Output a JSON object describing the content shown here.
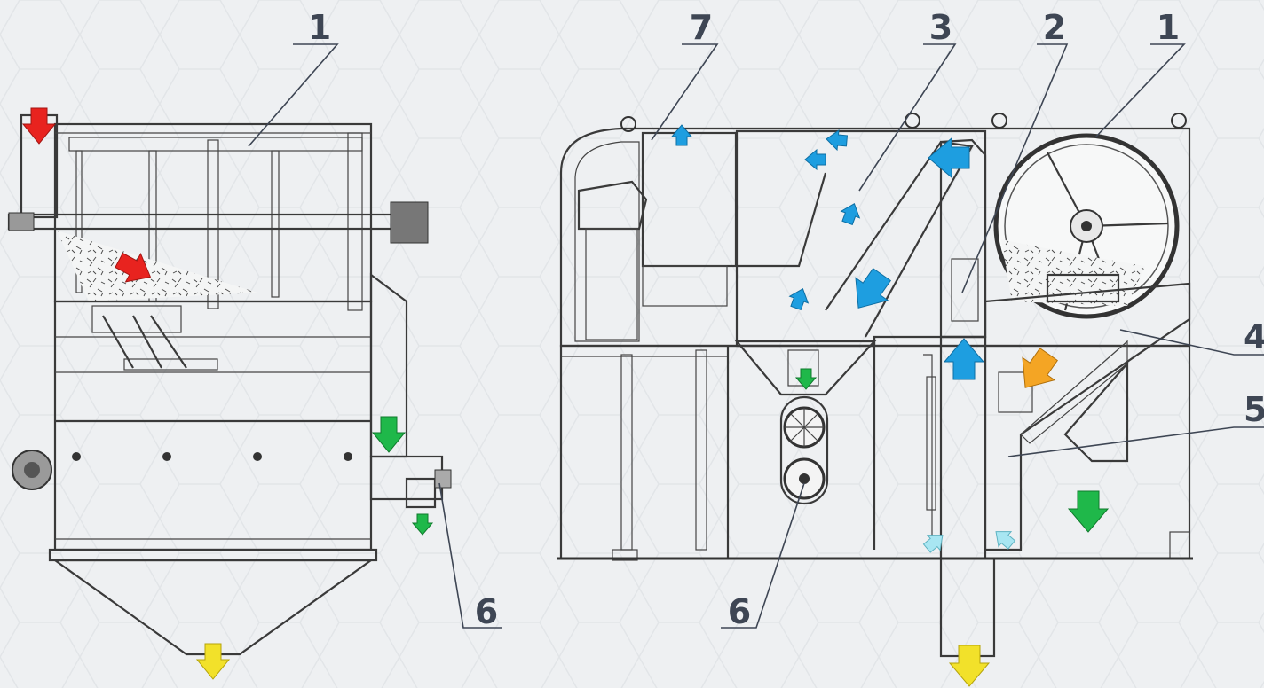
{
  "diagram": {
    "callouts": [
      {
        "id": "left-1",
        "text": "1"
      },
      {
        "id": "left-6",
        "text": "6"
      },
      {
        "id": "right-7",
        "text": "7"
      },
      {
        "id": "right-3",
        "text": "3"
      },
      {
        "id": "right-2",
        "text": "2"
      },
      {
        "id": "right-1",
        "text": "1"
      },
      {
        "id": "right-4",
        "text": "4"
      },
      {
        "id": "right-5",
        "text": "5"
      },
      {
        "id": "right-6",
        "text": "6"
      }
    ],
    "colors": {
      "feed": "#e8231f",
      "air": "#1e9ee0",
      "light_air": "#a8e6f2",
      "clean": "#1fb84a",
      "heavy": "#f4a524",
      "output": "#f2e12a",
      "line": "#3a3a3a",
      "label": "#3e4654"
    }
  }
}
